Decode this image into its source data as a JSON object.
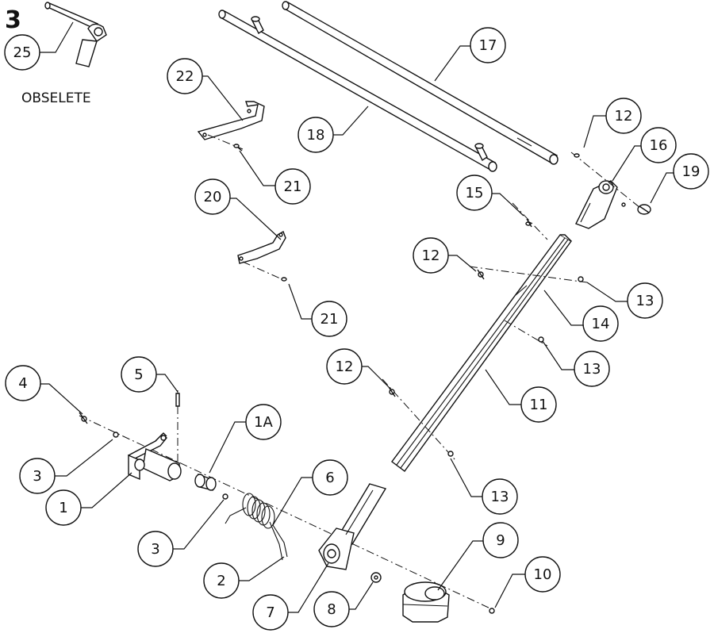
{
  "figure_number": "3",
  "note": "OBSELETE",
  "callouts": [
    {
      "id": "c25",
      "label": "25"
    },
    {
      "id": "c22",
      "label": "22"
    },
    {
      "id": "c18",
      "label": "18"
    },
    {
      "id": "c17",
      "label": "17"
    },
    {
      "id": "c21a",
      "label": "21"
    },
    {
      "id": "c20",
      "label": "20"
    },
    {
      "id": "c21b",
      "label": "21"
    },
    {
      "id": "c12a",
      "label": "12"
    },
    {
      "id": "c16",
      "label": "16"
    },
    {
      "id": "c19",
      "label": "19"
    },
    {
      "id": "c15",
      "label": "15"
    },
    {
      "id": "c12b",
      "label": "12"
    },
    {
      "id": "c13a",
      "label": "13"
    },
    {
      "id": "c14",
      "label": "14"
    },
    {
      "id": "c13b",
      "label": "13"
    },
    {
      "id": "c12c",
      "label": "12"
    },
    {
      "id": "c11",
      "label": "11"
    },
    {
      "id": "c4",
      "label": "4"
    },
    {
      "id": "c5",
      "label": "5"
    },
    {
      "id": "c1A",
      "label": "1A"
    },
    {
      "id": "c3a",
      "label": "3"
    },
    {
      "id": "c1",
      "label": "1"
    },
    {
      "id": "c6",
      "label": "6"
    },
    {
      "id": "c13c",
      "label": "13"
    },
    {
      "id": "c3b",
      "label": "3"
    },
    {
      "id": "c9",
      "label": "9"
    },
    {
      "id": "c2",
      "label": "2"
    },
    {
      "id": "c10",
      "label": "10"
    },
    {
      "id": "c7",
      "label": "7"
    },
    {
      "id": "c8",
      "label": "8"
    }
  ]
}
